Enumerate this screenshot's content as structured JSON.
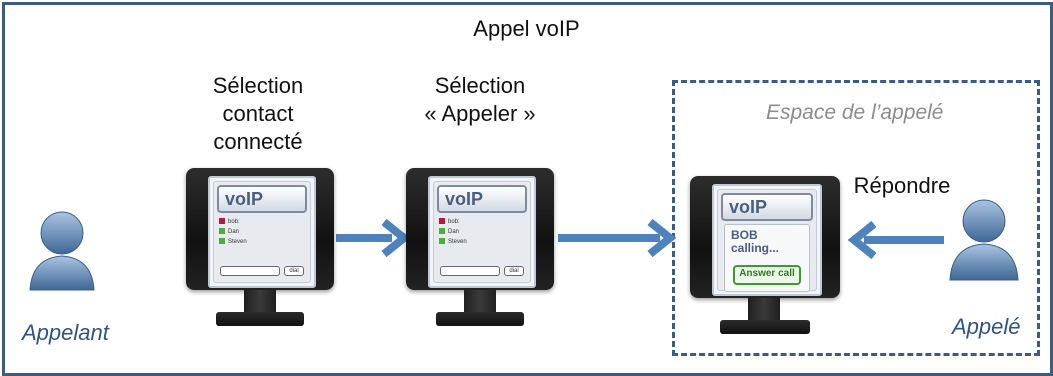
{
  "title": "Appel voIP",
  "caller_label": "Appelant",
  "callee_label": "Appelé",
  "callee_area_title": "Espace de l’appelé",
  "step1_label": [
    "Sélection",
    "contact",
    "connecté"
  ],
  "step2_label": [
    "Sélection",
    "« Appeler »"
  ],
  "step3_label": "Répondre",
  "app": {
    "name": "voIP",
    "contacts": [
      "bob:",
      "Dan",
      "Steven"
    ],
    "dial_label": "dial",
    "incoming_line1": "BOB",
    "incoming_line2": "calling...",
    "answer_label": "Answer call"
  },
  "colors": {
    "frame": "#3a5b86",
    "arrow": "#4f81bd",
    "offline": "#c0143c",
    "online": "#4caf3a",
    "person": "#5f88b8"
  },
  "icons": [
    "person-icon",
    "monitor-icon",
    "arrow-right-icon",
    "arrow-left-icon"
  ]
}
